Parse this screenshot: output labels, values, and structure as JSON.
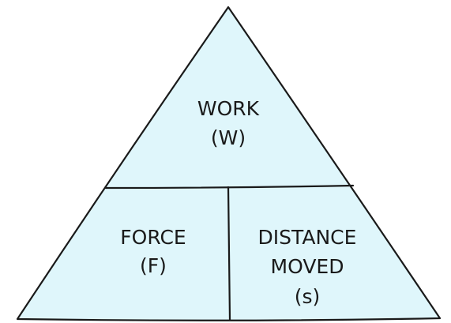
{
  "colors": {
    "fill": "#dff6fb",
    "stroke": "#1a1a1a"
  },
  "top": {
    "name": "WORK",
    "symbol": "(W)"
  },
  "bottom_left": {
    "name": "FORCE",
    "symbol": "(F)"
  },
  "bottom_right": {
    "name_line1": "DISTANCE",
    "name_line2": "MOVED",
    "symbol": "(s)"
  }
}
